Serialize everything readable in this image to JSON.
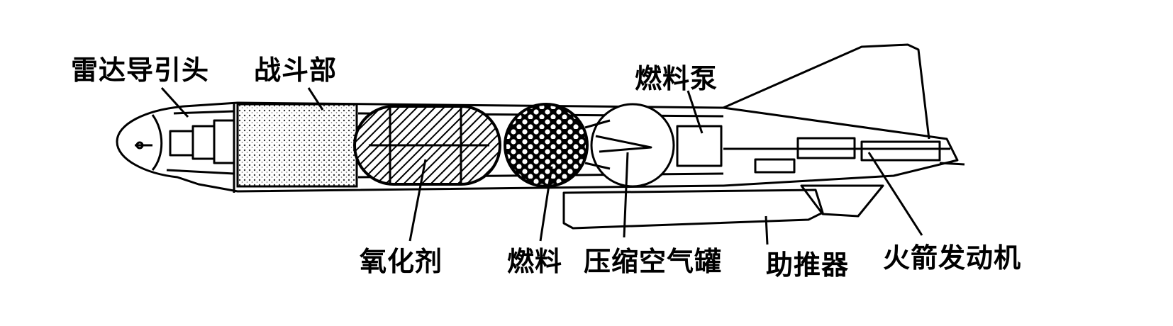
{
  "labels": {
    "radar_seeker": "雷达导引头",
    "warhead": "战斗部",
    "fuel_pump": "燃料泵",
    "oxidizer": "氧化剂",
    "fuel": "燃料",
    "compressed_air_tank": "压缩空气罐",
    "booster": "助推器",
    "rocket_engine": "火箭发动机"
  },
  "colors": {
    "ink": "#000000",
    "paper": "#ffffff"
  }
}
